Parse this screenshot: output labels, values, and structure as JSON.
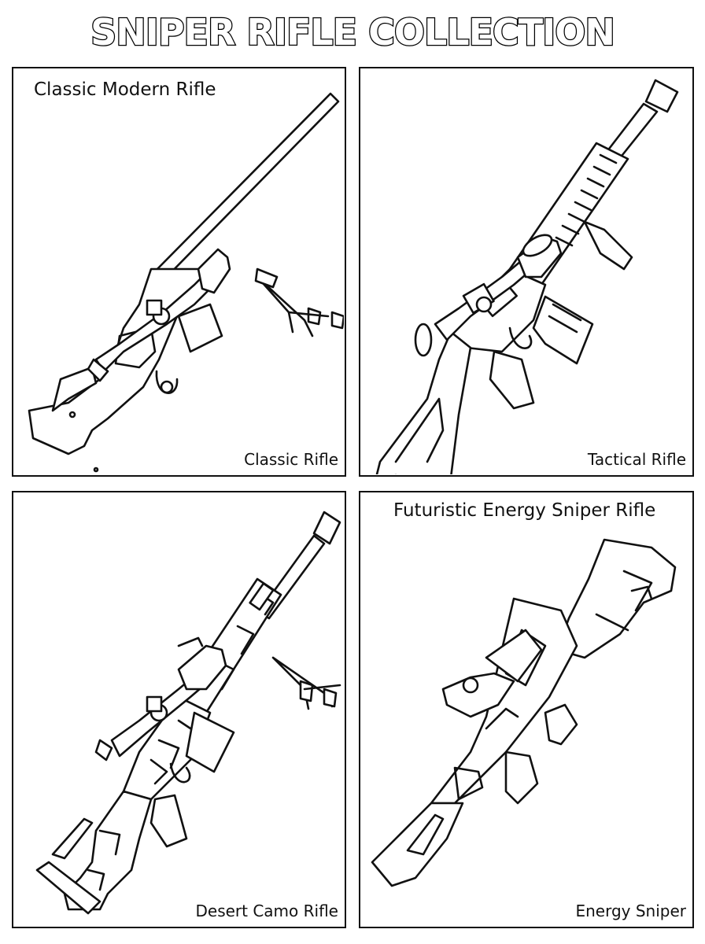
{
  "page": {
    "title": "SNIPER RIFLE COLLECTION"
  },
  "panels": [
    {
      "heading": "Classic Modern Rifle",
      "caption": "Classic Rifle",
      "art": "bolt-action-rifle-with-scope-and-bipod"
    },
    {
      "heading": "",
      "caption": "Tactical Rifle",
      "art": "tactical-rifle-with-scope-and-foregrip"
    },
    {
      "heading": "",
      "caption": "Desert Camo Rifle",
      "art": "camo-rifle-with-scope-and-bipod"
    },
    {
      "heading": "Futuristic Energy Sniper Rifle",
      "caption": "Energy Sniper",
      "art": "futuristic-energy-rifle"
    }
  ],
  "colors": {
    "line": "#111111",
    "background": "#ffffff"
  }
}
